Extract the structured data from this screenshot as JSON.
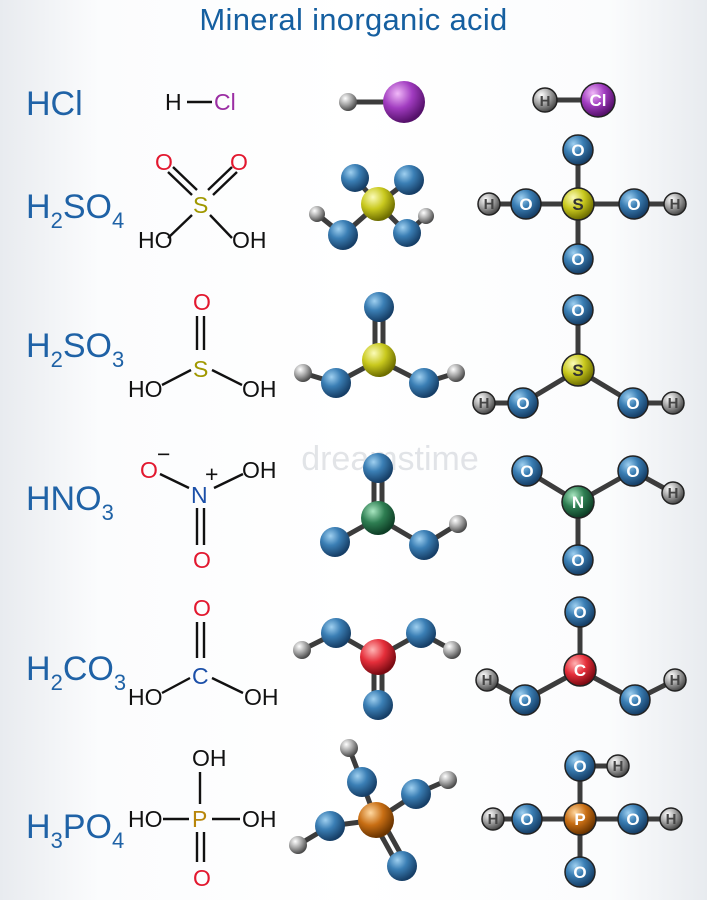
{
  "title": "Mineral inorganic acid",
  "watermark": "dreamstime",
  "colors": {
    "title": "#155fa0",
    "oxygen": "#2e6e9e",
    "hydrogen": "#b8b8b8",
    "sulfur": "#c8c81e",
    "chlorine": "#a040c0",
    "nitrogen": "#2a7a50",
    "carbon": "#e0303a",
    "phosphorus": "#c26a12"
  },
  "acids": [
    {
      "formula": {
        "a": "HCl"
      },
      "atoms": {
        "h": "H",
        "x": "Cl"
      }
    },
    {
      "formula": {
        "a": "H",
        "s1": "2",
        "b": "SO",
        "s2": "4"
      },
      "atoms": {
        "o": "O",
        "x": "S",
        "ho": "HO",
        "oh": "OH",
        "h": "H"
      }
    },
    {
      "formula": {
        "a": "H",
        "s1": "2",
        "b": "SO",
        "s2": "3"
      },
      "atoms": {
        "o": "O",
        "x": "S",
        "ho": "HO",
        "oh": "OH",
        "h": "H"
      }
    },
    {
      "formula": {
        "a": "HNO",
        "s1": "3"
      },
      "atoms": {
        "o": "O",
        "x": "N",
        "oh": "OH",
        "h": "H",
        "minus": "−",
        "plus": "+"
      }
    },
    {
      "formula": {
        "a": "H",
        "s1": "2",
        "b": "CO",
        "s2": "3"
      },
      "atoms": {
        "o": "O",
        "x": "C",
        "ho": "HO",
        "oh": "OH",
        "h": "H"
      }
    },
    {
      "formula": {
        "a": "H",
        "s1": "3",
        "b": "PO",
        "s2": "4"
      },
      "atoms": {
        "o": "O",
        "x": "P",
        "ho": "HO",
        "oh": "OH",
        "h": "H"
      }
    }
  ]
}
